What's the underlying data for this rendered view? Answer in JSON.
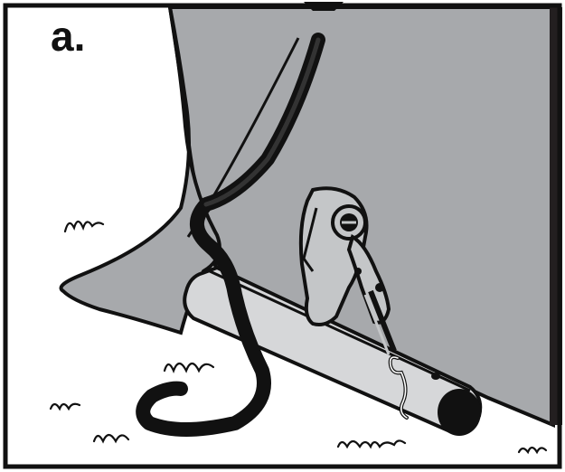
{
  "panel": {
    "label": "a."
  },
  "colors": {
    "outline": "#111111",
    "background": "#ffffff",
    "tarp_gray": "#a7a9ac",
    "pole_light": "#d6d7d9",
    "ratchet_gray": "#c4c6c8",
    "strap_black": "#111111",
    "frame_dark": "#231f20"
  },
  "icons": [
    "cover-tarp",
    "ratchet-strap",
    "ratchet-buckle",
    "hook",
    "pole",
    "grass-tuft"
  ]
}
